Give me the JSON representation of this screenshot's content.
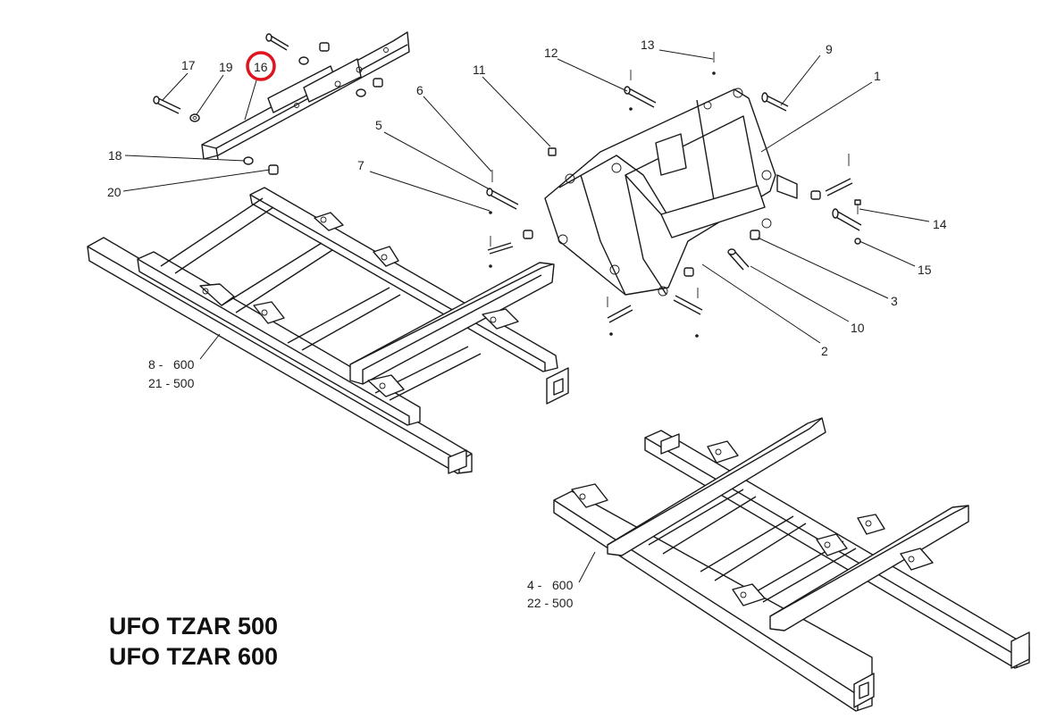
{
  "title_lines": [
    "UFO TZAR 500",
    "UFO TZAR 600"
  ],
  "highlight_color": "#e0141e",
  "callouts": {
    "p1": "1",
    "p2": "2",
    "p3": "3",
    "p5": "5",
    "p6": "6",
    "p7": "7",
    "p9": "9",
    "p10": "10",
    "p11": "11",
    "p12": "12",
    "p13": "13",
    "p14": "14",
    "p15": "15",
    "p16": "16",
    "p17": "17",
    "p18": "18",
    "p19": "19",
    "p20": "20",
    "p8_600": "8 -   600",
    "p21_500": "21 - 500",
    "p4_600": "4 -   600",
    "p22_500": "22 - 500"
  }
}
